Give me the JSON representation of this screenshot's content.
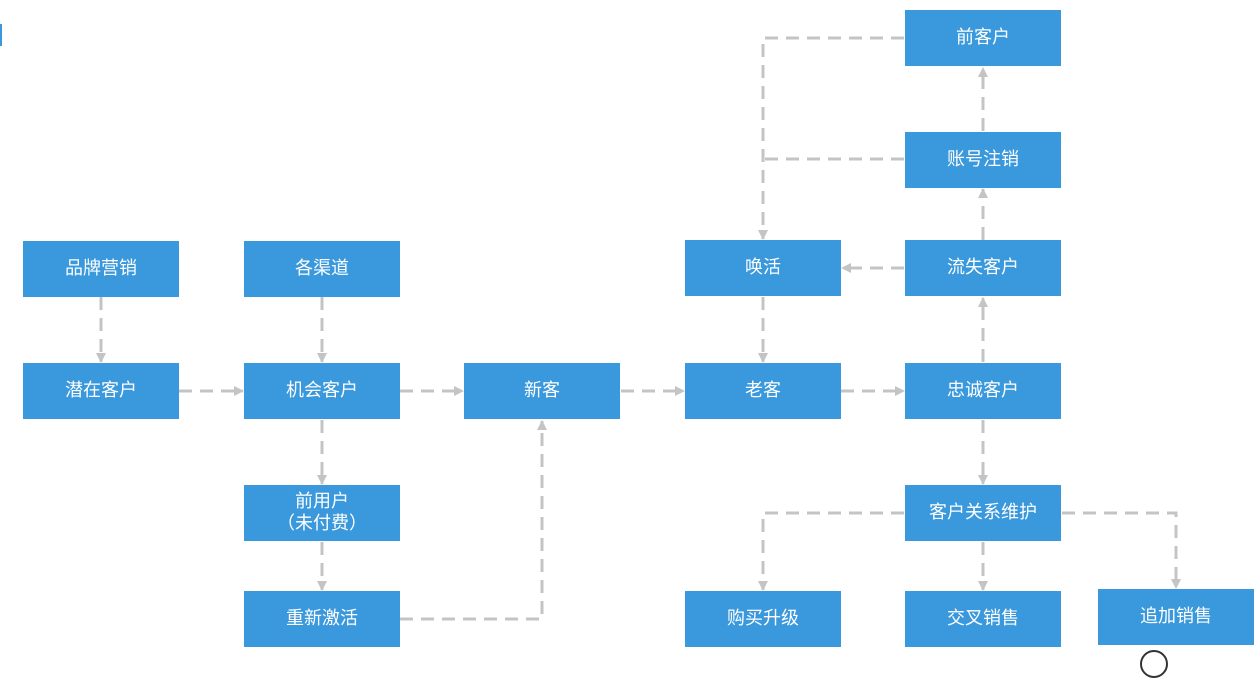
{
  "colors": {
    "node": "#3a98dc",
    "edge": "#c4c4c4",
    "text": "#ffffff"
  },
  "nodes": {
    "brand_marketing": "品牌营销",
    "potential_customer": "潜在客户",
    "channels": "各渠道",
    "opportunity_customer": "机会客户",
    "pre_user_line1": "前用户",
    "pre_user_line2": "（未付费）",
    "reactivate": "重新激活",
    "new_customer": "新客",
    "reawaken": "唤活",
    "old_customer": "老客",
    "former_customer": "前客户",
    "account_cancel": "账号注销",
    "lost_customer": "流失客户",
    "loyal_customer": "忠诚客户",
    "crm": "客户关系维护",
    "upgrade": "购买升级",
    "cross_sell": "交叉销售",
    "upsell": "追加销售"
  }
}
